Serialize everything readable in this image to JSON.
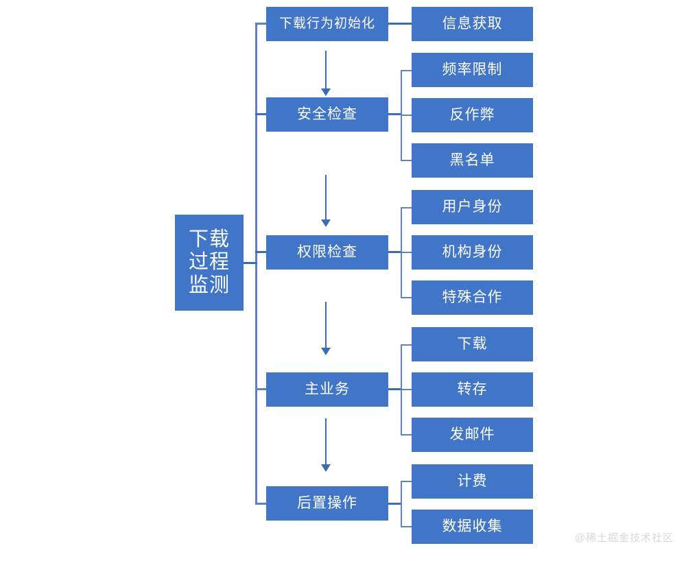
{
  "diagram": {
    "title": "下载过程监测",
    "root": {
      "lines": [
        "下载",
        "过程",
        "监测"
      ],
      "label": "下载过程监测"
    },
    "accent_color": "#4175c8",
    "connector_color": "#3b6cb4",
    "connector_color_light": "#5b83c4",
    "background": "#ffffff",
    "stages": [
      {
        "label": "下载行为初始化",
        "children": [
          "信息获取"
        ]
      },
      {
        "label": "安全检查",
        "children": [
          "频率限制",
          "反作弊",
          "黑名单"
        ]
      },
      {
        "label": "权限检查",
        "children": [
          "用户身份",
          "机构身份",
          "特殊合作"
        ]
      },
      {
        "label": "主业务",
        "children": [
          "下载",
          "转存",
          "发邮件"
        ]
      },
      {
        "label": "后置操作",
        "children": [
          "计费",
          "数据收集"
        ]
      }
    ]
  },
  "watermark": {
    "text": "@稀土掘金技术社区"
  }
}
